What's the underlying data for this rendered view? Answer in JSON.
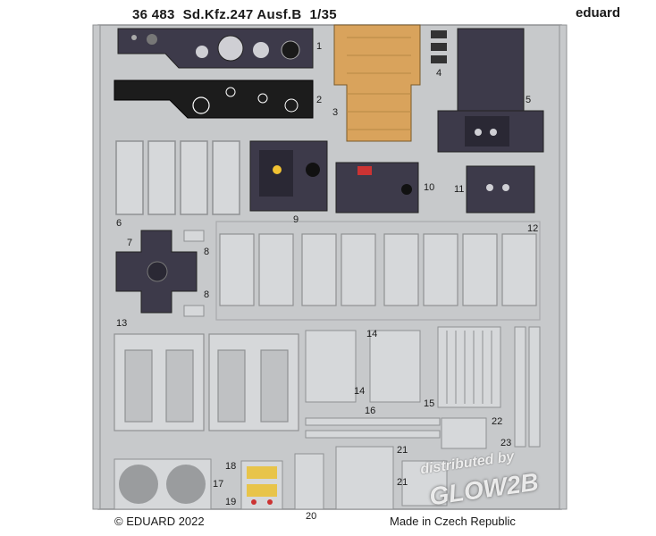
{
  "header": {
    "kit_number": "36 483",
    "kit_name": "Sd.Kfz.247 Ausf.B",
    "scale": "1/35",
    "brand": "eduard"
  },
  "footer": {
    "copyright": "© EDUARD 2022",
    "origin": "Made in Czech Republic"
  },
  "watermark": {
    "line1": "distributed by",
    "line2": "GLOW2B"
  },
  "part_numbers": [
    "1",
    "2",
    "3",
    "4",
    "5",
    "6",
    "7",
    "8",
    "8",
    "9",
    "10",
    "11",
    "12",
    "13",
    "14",
    "14",
    "15",
    "16",
    "17",
    "18",
    "19",
    "20",
    "21",
    "21",
    "22",
    "23"
  ],
  "colors": {
    "fret": "#c7c9cb",
    "fret_edge": "#9a9c9e",
    "panel_dark": "#3d3a4a",
    "panel_black": "#1c1c1c",
    "wood": "#d9a35c"
  }
}
